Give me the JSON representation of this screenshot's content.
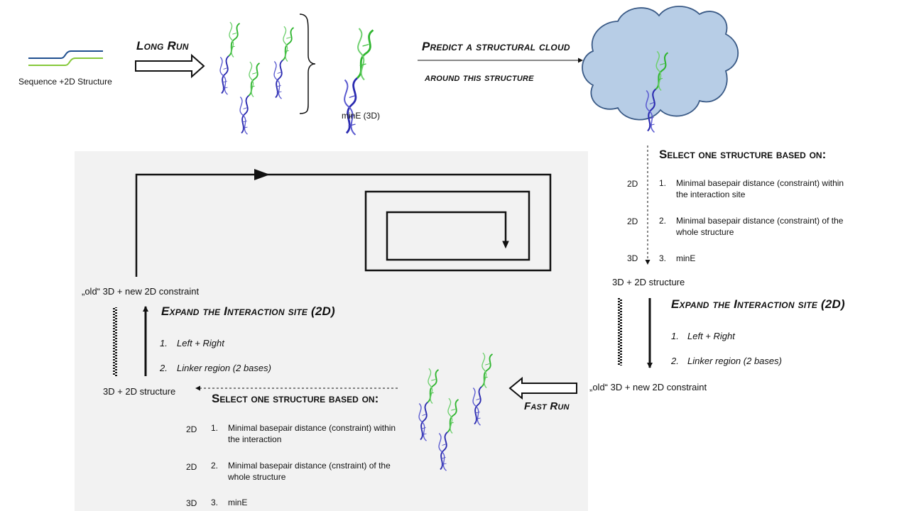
{
  "top": {
    "sequence_label": "Sequence +2D Structure",
    "long_run": "Long Run",
    "mine_label": "minE (3D)",
    "predict_line1": "Predict a structural cloud",
    "predict_line2": "around this structure"
  },
  "right_select": {
    "title": "Select one  structure based on:",
    "items": [
      {
        "tag": "2D",
        "num": "1.",
        "text": "Minimal basepair distance (constraint) within the interaction site"
      },
      {
        "tag": "2D",
        "num": "2.",
        "text": " Minimal basepair distance (constraint) of the whole structure"
      },
      {
        "tag": "3D",
        "num": "3.",
        "text": "minE"
      }
    ],
    "result": "3D + 2D structure"
  },
  "right_expand": {
    "title": "Expand the Interaction site (2D)",
    "items": [
      {
        "num": "1.",
        "text": "Left + Right"
      },
      {
        "num": "2.",
        "text": "Linker region (2 bases)"
      }
    ],
    "result": "„old“ 3D + new 2D constraint"
  },
  "fast_run": "Fast Run",
  "bottom_select": {
    "title": "Select one  structure based on:",
    "items": [
      {
        "tag": "2D",
        "num": "1.",
        "text": "Minimal basepair distance (constraint) within the interaction"
      },
      {
        "tag": "2D",
        "num": "2.",
        "text": " Minimal basepair distance (cnstraint) of the whole structure"
      },
      {
        "tag": "3D",
        "num": "3.",
        "text": "minE"
      }
    ],
    "result": "3D + 2D structure"
  },
  "left_expand": {
    "title": "Expand the Interaction site (2D)",
    "items": [
      {
        "num": "1.",
        "text": "Left + Right"
      },
      {
        "num": "2.",
        "text": "Linker region (2 bases)"
      }
    ],
    "result": "„old“ 3D + new 2D constraint"
  },
  "colors": {
    "blue_strand": "#1f1fa8",
    "green_strand": "#2fb52f",
    "cloud_fill": "#b7cde6",
    "cloud_stroke": "#3a5a86",
    "panel": "#f2f2f2"
  }
}
